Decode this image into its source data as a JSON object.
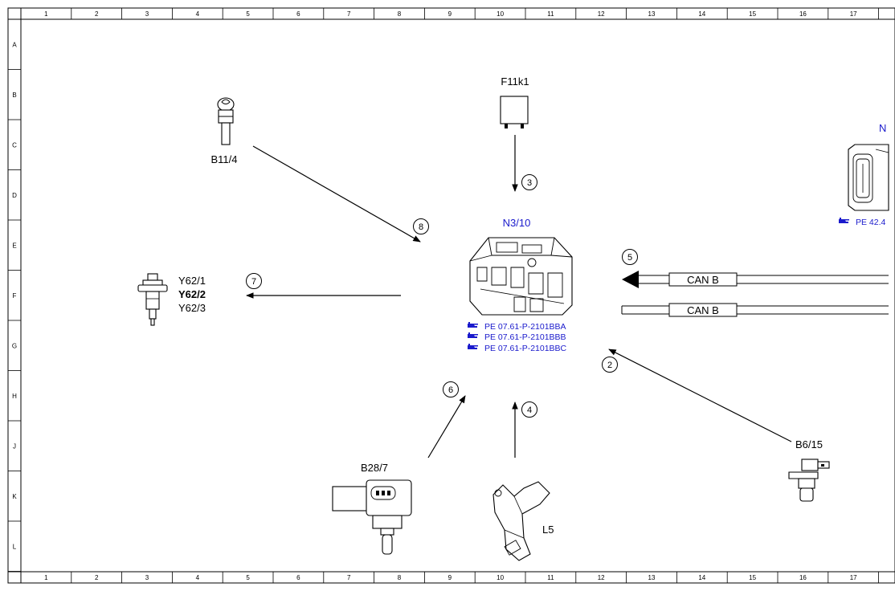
{
  "frame": {
    "column_numbers": [
      "1",
      "2",
      "3",
      "4",
      "5",
      "6",
      "7",
      "8",
      "9",
      "10",
      "11",
      "12",
      "13",
      "14",
      "15",
      "16",
      "17"
    ],
    "row_letters": [
      "A",
      "B",
      "C",
      "D",
      "E",
      "F",
      "G",
      "H",
      "J",
      "K",
      "L"
    ]
  },
  "components": {
    "b11_4": "B11/4",
    "f11k1": "F11k1",
    "n3_10": "N3/10",
    "n_partial": "N",
    "y62_1": "Y62/1",
    "y62_2": "Y62/2",
    "y62_3": "Y62/3",
    "b28_7": "B28/7",
    "l5": "L5",
    "b6_15": "B6/15"
  },
  "references": {
    "n3_10_refs": [
      "PE 07.61-P-2101BBA",
      "PE 07.61-P-2101BBB",
      "PE 07.61-P-2101BBC"
    ],
    "n_partial_ref": "PE 42.4"
  },
  "bus": {
    "can_top": "CAN B",
    "can_bottom": "CAN B"
  },
  "signals": {
    "s2": "2",
    "s3": "3",
    "s4": "4",
    "s5": "5",
    "s6": "6",
    "s7": "7",
    "s8": "8"
  },
  "colors": {
    "line": "#000000",
    "label_blue": "#1a1acc"
  },
  "icons": {
    "reference": "pointing-hand-icon"
  }
}
